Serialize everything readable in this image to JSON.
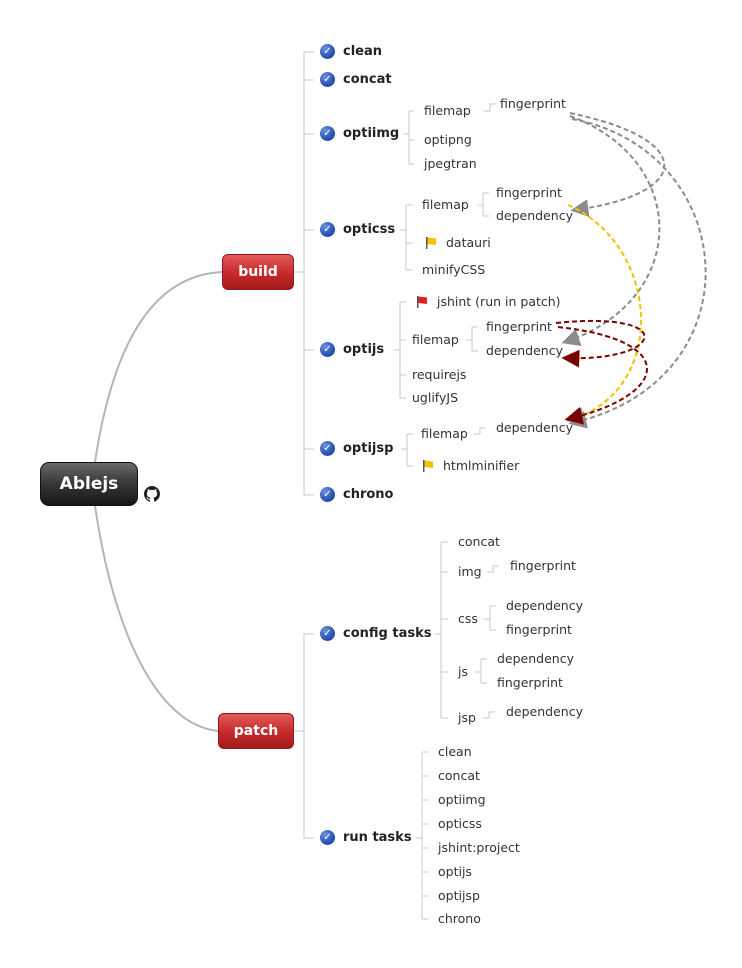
{
  "root": {
    "label": "Ablejs",
    "icon": "github-icon"
  },
  "build": {
    "label": "build",
    "tasks": {
      "clean": "clean",
      "concat": "concat",
      "optiimg": {
        "label": "optiimg",
        "filemap": "filemap",
        "fingerprint": "fingerprint",
        "optipng": "optipng",
        "jpegtran": "jpegtran"
      },
      "opticss": {
        "label": "opticss",
        "filemap": "filemap",
        "fingerprint": "fingerprint",
        "dependency": "dependency",
        "datauri": "datauri",
        "minifycss": "minifyCSS"
      },
      "optijs": {
        "label": "optijs",
        "jshint": "jshint (run in patch)",
        "filemap": "filemap",
        "fingerprint": "fingerprint",
        "dependency": "dependency",
        "requirejs": "requirejs",
        "uglifyjs": "uglifyJS"
      },
      "optijsp": {
        "label": "optijsp",
        "filemap": "filemap",
        "dependency": "dependency",
        "htmlminifier": "htmlminifier"
      },
      "chrono": "chrono"
    }
  },
  "patch": {
    "label": "patch",
    "config_tasks": {
      "label": "config tasks",
      "concat": "concat",
      "img": "img",
      "img_fingerprint": "fingerprint",
      "css": "css",
      "css_dependency": "dependency",
      "css_fingerprint": "fingerprint",
      "js": "js",
      "js_dependency": "dependency",
      "js_fingerprint": "fingerprint",
      "jsp": "jsp",
      "jsp_dependency": "dependency"
    },
    "run_tasks": {
      "label": "run tasks",
      "items": [
        "clean",
        "concat",
        "optiimg",
        "opticss",
        "jshint:project",
        "optijs",
        "optijsp",
        "chrono"
      ]
    }
  },
  "colors": {
    "root": "#2b2b2b",
    "main_topic": "#c62828",
    "task_marker": "#2c56b7",
    "branch_line": "#b5b5b5",
    "relation_gray": "#8c8c8c",
    "relation_yellow": "#f2c200",
    "relation_darkred": "#7a0000",
    "flag_yellow": "#f2c200",
    "flag_red": "#e02020"
  }
}
